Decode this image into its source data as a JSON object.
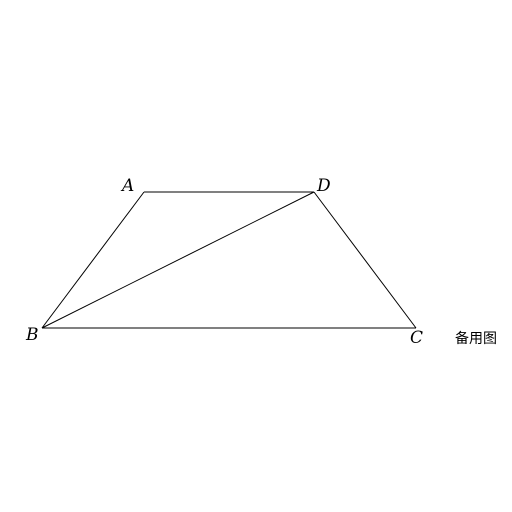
{
  "figure": {
    "vertices": {
      "A": "A",
      "B": "B",
      "C": "C",
      "D": "D"
    },
    "caption": "备用图",
    "segments": [
      "AD",
      "AB",
      "BC",
      "CD",
      "BD"
    ],
    "line_color": "#000000"
  }
}
